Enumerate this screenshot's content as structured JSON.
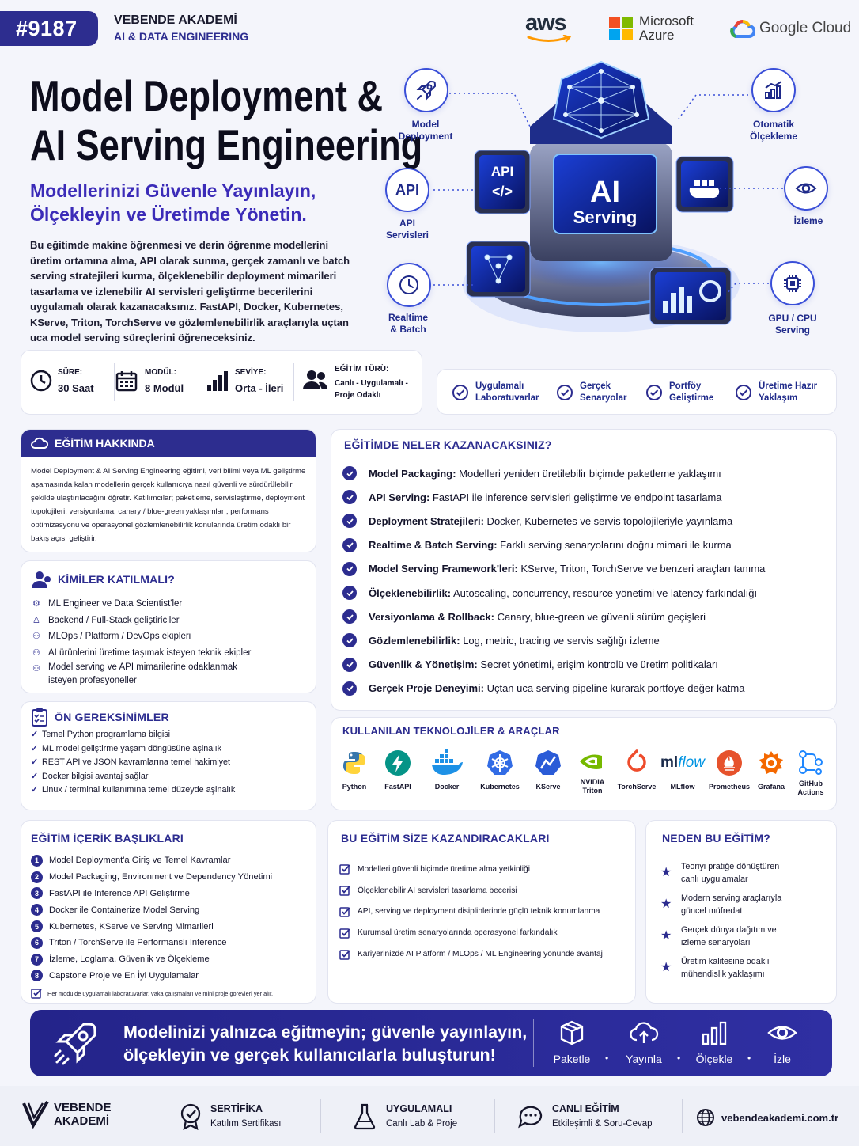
{
  "header": {
    "code": "#9187",
    "brand": "VEBENDE AKADEMİ",
    "track": "AI & DATA ENGINEERING",
    "partners": [
      "aws",
      "Microsoft",
      "Azure",
      "Google Cloud"
    ]
  },
  "hero": {
    "title_line1": "Model Deployment &",
    "title_line2": "AI Serving Engineering",
    "subtitle_line1": "Modellerinizi Güvenle Yayınlayın,",
    "subtitle_line2": "Ölçekleyin ve Üretimde Yönetin.",
    "description": "Bu eğitimde makine öğrenmesi ve derin öğrenme modellerini üretim ortamına alma, API olarak sunma, gerçek zamanlı ve batch serving stratejileri kurma, ölçeklenebilir deployment mimarileri tasarlama ve izlenebilir AI servisleri geliştirme becerilerini uygulamalı olarak kazanacaksınız. FastAPI, Docker, Kubernetes, KServe, Triton, TorchServe ve gözlemlenebilirlik araçlarıyla uçtan uca model serving süreçlerini öğreneceksiniz."
  },
  "illustration": {
    "server_api": "API",
    "server_code": "</>",
    "server_title1": "AI",
    "server_title2": "Serving",
    "features": [
      {
        "icon": "rocket-icon",
        "line1": "Model",
        "line2": "Deployment"
      },
      {
        "icon": "api-icon",
        "badge": "API",
        "line1": "API",
        "line2": "Servisleri"
      },
      {
        "icon": "clock-icon",
        "line1": "Realtime",
        "line2": "& Batch"
      },
      {
        "icon": "chart-icon",
        "line1": "Otomatik",
        "line2": "Ölçekleme"
      },
      {
        "icon": "eye-icon",
        "line1": "İzleme",
        "line2": ""
      },
      {
        "icon": "chip-icon",
        "line1": "GPU / CPU",
        "line2": "Serving"
      }
    ]
  },
  "stats": [
    {
      "icon": "clock-icon",
      "label": "SÜRE:",
      "value": "30 Saat"
    },
    {
      "icon": "calendar-icon",
      "label": "MODÜL:",
      "value": "8 Modül"
    },
    {
      "icon": "bar-chart-icon",
      "label": "SEVİYE:",
      "value": "Orta - İleri"
    },
    {
      "icon": "users-icon",
      "label": "EĞİTİM TÜRÜ:",
      "value": "Canlı - Uygulamalı - Proje Odaklı"
    }
  ],
  "highlights": [
    {
      "line1": "Uygulamalı",
      "line2": "Laboratuvarlar"
    },
    {
      "line1": "Gerçek",
      "line2": "Senaryolar"
    },
    {
      "line1": "Portföy",
      "line2": "Geliştirme"
    },
    {
      "line1": "Üretime Hazır",
      "line2": "Yaklaşım"
    }
  ],
  "about": {
    "title": "EĞİTİM HAKKINDA",
    "text": "Model Deployment & AI Serving Engineering eğitimi, veri bilimi veya ML geliştirme aşamasında kalan modellerin gerçek kullanıcıya nasıl güvenli ve sürdürülebilir şekilde ulaştırılacağını öğretir. Katılımcılar; paketleme, servisleştirme, deployment topolojileri, versiyonlama, canary / blue-green yaklaşımları, performans optimizasyonu ve operasyonel gözlemlenebilirlik konularında üretim odaklı bir bakış açısı geliştirir."
  },
  "audience": {
    "title": "KİMİLER KATILMALI?",
    "items": [
      "ML Engineer ve Data Scientist'ler",
      "Backend / Full-Stack geliştiriciler",
      "MLOps / Platform / DevOps ekipleri",
      "AI ürünlerini üretime taşımak isteyen teknik ekipler",
      "Model serving ve API mimarilerine odaklanmak isteyen profesyoneller"
    ]
  },
  "prereq": {
    "title": "ÖN GEREKSİNİMLER",
    "items": [
      "Temel Python programlama bilgisi",
      "ML model geliştirme yaşam döngüsüne aşinalık",
      "REST API ve JSON kavramlarına temel hakimiyet",
      "Docker bilgisi avantaj sağlar",
      "Linux / terminal kullanımına temel düzeyde aşinalık"
    ]
  },
  "gains": {
    "title": "EĞİTİMDE NELER KAZANACAKSINIZ?",
    "items": [
      {
        "bold": "Model Packaging:",
        "text": " Modelleri yeniden üretilebilir biçimde paketleme yaklaşımı"
      },
      {
        "bold": "API Serving:",
        "text": " FastAPI ile inference servisleri geliştirme ve endpoint tasarlama"
      },
      {
        "bold": "Deployment Stratejileri:",
        "text": " Docker, Kubernetes ve servis topolojileriyle yayınlama"
      },
      {
        "bold": "Realtime & Batch Serving:",
        "text": " Farklı serving senaryolarını doğru mimari ile kurma"
      },
      {
        "bold": "Model Serving Framework'leri:",
        "text": " KServe, Triton, TorchServe ve benzeri araçları tanıma"
      },
      {
        "bold": "Ölçeklenebilirlik:",
        "text": " Autoscaling, concurrency, resource yönetimi ve latency farkındalığı"
      },
      {
        "bold": "Versiyonlama & Rollback:",
        "text": " Canary, blue-green ve güvenli sürüm geçişleri"
      },
      {
        "bold": "Gözlemlenebilirlik:",
        "text": " Log, metric, tracing ve servis sağlığı izleme"
      },
      {
        "bold": "Güvenlik & Yönetişim:",
        "text": " Secret yönetimi, erişim kontrolü ve üretim politikaları"
      },
      {
        "bold": "Gerçek Proje Deneyimi:",
        "text": " Uçtan uca serving pipeline kurarak portföye değer katma"
      }
    ]
  },
  "tech": {
    "title": "KULLANILAN TEKNOLOJİLER & ARAÇLAR",
    "items": [
      {
        "icon": "python-icon",
        "line1": "Python",
        "line2": "",
        "color": "#3776ab"
      },
      {
        "icon": "fastapi-icon",
        "line1": "FastAPI",
        "line2": "",
        "color": "#059487"
      },
      {
        "icon": "docker-icon",
        "line1": "Docker",
        "line2": "",
        "color": "#1d91e6"
      },
      {
        "icon": "kubernetes-icon",
        "line1": "Kubernetes",
        "line2": "",
        "color": "#326ce5"
      },
      {
        "icon": "kserve-icon",
        "line1": "KServe",
        "line2": "",
        "color": "#2a5bd7"
      },
      {
        "icon": "nvidia-icon",
        "line1": "NVIDIA",
        "line2": "Triton",
        "color": "#76b900"
      },
      {
        "icon": "torchserve-icon",
        "line1": "TorchServe",
        "line2": "",
        "color": "#ee4c2c"
      },
      {
        "icon": "mlflow-icon",
        "line1": "MLflow",
        "line2": "",
        "logo_a": "ml",
        "logo_b": "flow",
        "color": "#0194e2"
      },
      {
        "icon": "prometheus-icon",
        "line1": "Prometheus",
        "line2": "",
        "color": "#e6522c"
      },
      {
        "icon": "grafana-icon",
        "line1": "Grafana",
        "line2": "",
        "color": "#f46800"
      },
      {
        "icon": "github-actions-icon",
        "line1": "GitHub",
        "line2": "Actions",
        "color": "#2088ff"
      }
    ]
  },
  "curriculum": {
    "title": "EĞİTİM İÇERİK BAŞLIKLARI",
    "items": [
      "Model Deployment'a Giriş ve Temel Kavramlar",
      "Model Packaging, Environment ve Dependency Yönetimi",
      "FastAPI ile Inference API Geliştirme",
      "Docker ile Containerize Model Serving",
      "Kubernetes, KServe ve Serving Mimarileri",
      "Triton / TorchServe ile Performanslı Inference",
      "İzleme, Loglama, Güvenlik ve Ölçekleme",
      "Capstone Proje ve En İyi Uygulamalar"
    ],
    "note": "Her modülde uygulamalı laboratuvarlar, vaka çalışmaları ve mini proje görevleri yer alır."
  },
  "benefits": {
    "title": "BU EĞİTİM SİZE KAZANDIRACAKLARI",
    "items": [
      "Modelleri güvenli biçimde üretime alma yetkinliği",
      "Ölçeklenebilir AI servisleri tasarlama becerisi",
      "API, serving ve deployment disiplinlerinde güçlü teknik konumlanma",
      "Kurumsal üretim senaryolarında operasyonel farkındalık",
      "Kariyerinizde AI Platform / MLOps / ML Engineering yönünde avantaj"
    ]
  },
  "why": {
    "title": "NEDEN BU EĞİTİM?",
    "items": [
      {
        "line1": "Teoriyi pratiğe dönüştüren",
        "line2": "canlı uygulamalar"
      },
      {
        "line1": "Modern serving araçlarıyla",
        "line2": "güncel müfredat"
      },
      {
        "line1": "Gerçek dünya dağıtım ve",
        "line2": "izleme senaryoları"
      },
      {
        "line1": "Üretim kalitesine odaklı",
        "line2": "mühendislik yaklaşımı"
      }
    ]
  },
  "banner": {
    "line1": "Modelinizi yalnızca eğitmeyin; güvenle yayınlayın,",
    "line2": "ölçekleyin ve gerçek kullanıcılarla buluşturun!",
    "steps": [
      {
        "icon": "box-icon",
        "label": "Paketle"
      },
      {
        "icon": "cloud-upload-icon",
        "label": "Yayınla"
      },
      {
        "icon": "bar-chart-icon",
        "label": "Ölçekle"
      },
      {
        "icon": "eye-icon",
        "label": "İzle"
      }
    ],
    "separator": "•"
  },
  "footer": {
    "brand_line1": "VEBENDE",
    "brand_line2": "AKADEMİ",
    "items": [
      {
        "icon": "certificate-icon",
        "title": "SERTİFİKA",
        "sub": "Katılım Sertifikası"
      },
      {
        "icon": "flask-icon",
        "title": "UYGULAMALI",
        "sub": "Canlı Lab & Proje"
      },
      {
        "icon": "chat-icon",
        "title": "CANLI EĞİTİM",
        "sub": "Etkileşimli & Soru-Cevap"
      }
    ],
    "website": "vebendeakademi.com.tr"
  }
}
